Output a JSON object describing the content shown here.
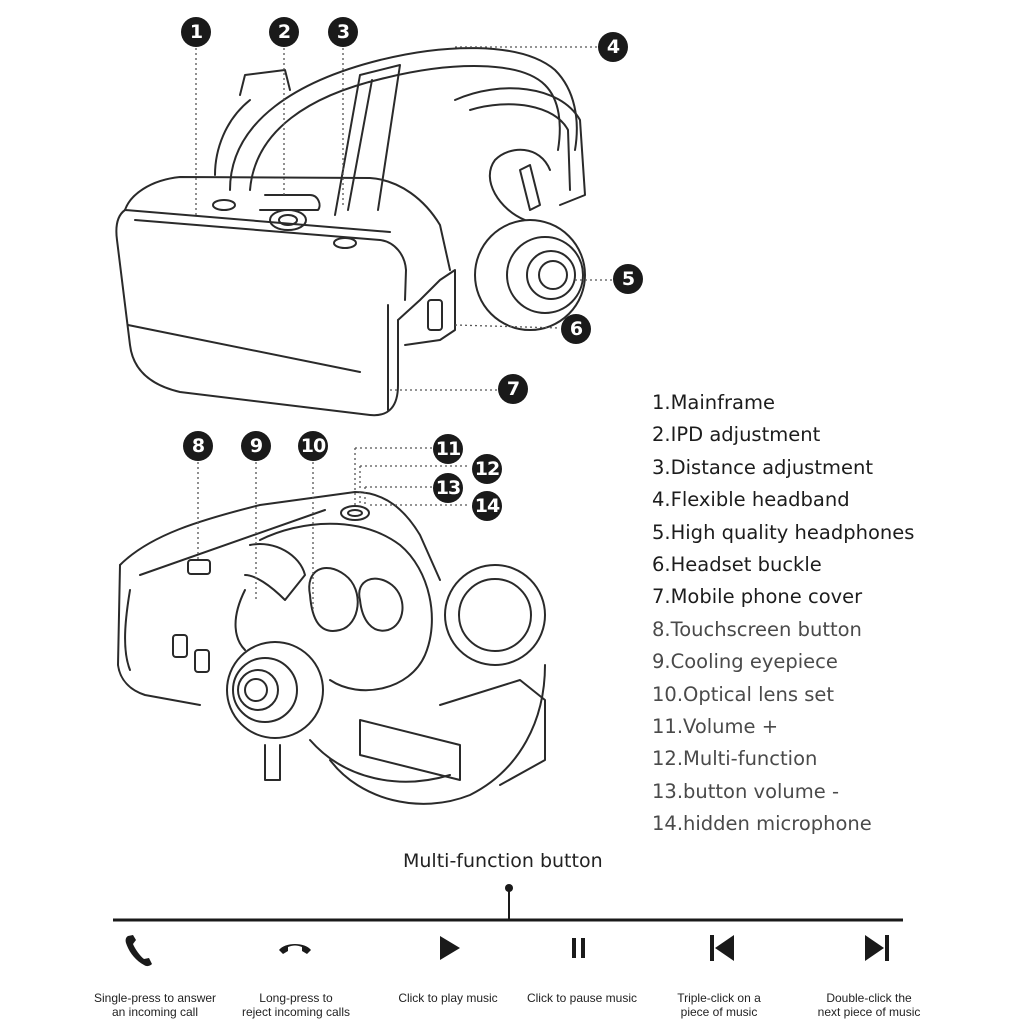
{
  "callouts": [
    "1",
    "2",
    "3",
    "4",
    "5",
    "6",
    "7",
    "8",
    "9",
    "10",
    "11",
    "12",
    "13",
    "14"
  ],
  "legend": [
    "1.Mainframe",
    "2.IPD adjustment",
    "3.Distance adjustment",
    "4.Flexible headband",
    "5.High quality headphones",
    "6.Headset buckle",
    "7.Mobile phone cover",
    "8.Touchscreen button",
    "9.Cooling eyepiece",
    "10.Optical lens set",
    "11.Volume +",
    "12.Multi-function",
    "13.button volume -",
    "14.hidden microphone"
  ],
  "multifunction": {
    "title": "Multi-function button",
    "functions": [
      {
        "icon": "phone-answer-icon",
        "line1": "Single-press to answer",
        "line2": "an incoming call"
      },
      {
        "icon": "phone-hangup-icon",
        "line1": "Long-press to",
        "line2": "reject incoming calls"
      },
      {
        "icon": "play-icon",
        "line1": "Click to play music",
        "line2": ""
      },
      {
        "icon": "pause-icon",
        "line1": "Click to pause music",
        "line2": ""
      },
      {
        "icon": "previous-track-icon",
        "line1": "Triple-click on a",
        "line2": "piece of music"
      },
      {
        "icon": "next-track-icon",
        "line1": "Double-click the",
        "line2": "next piece of music"
      }
    ]
  }
}
